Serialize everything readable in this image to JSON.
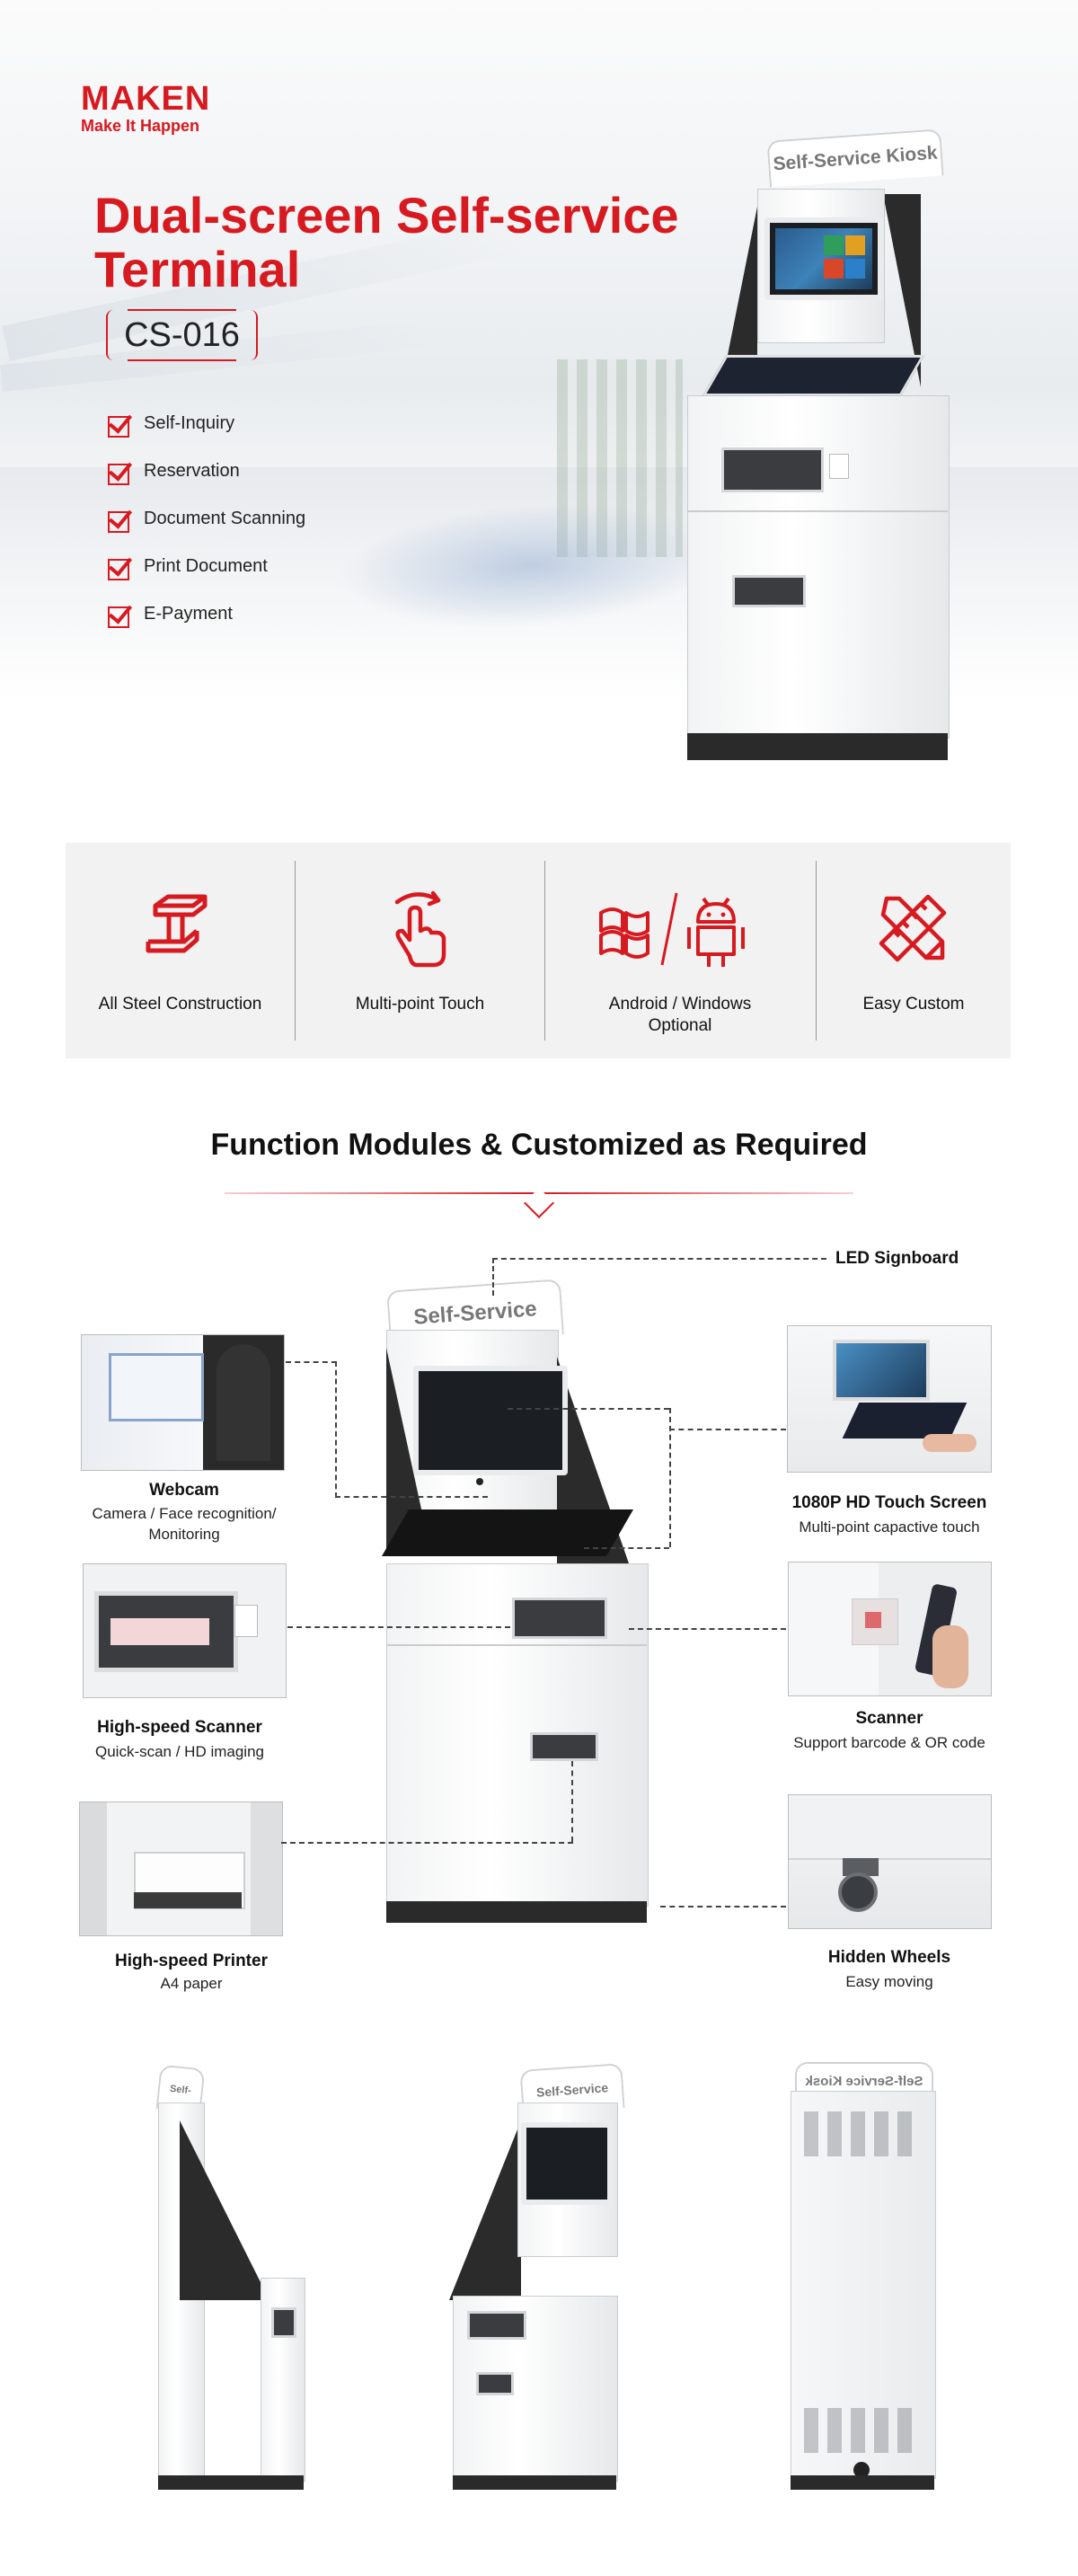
{
  "brand": {
    "name": "MAKEN",
    "slogan": "Make It Happen"
  },
  "hero": {
    "title_line1": "Dual-screen Self-service",
    "title_line2": "Terminal",
    "model": "CS-016",
    "features": [
      "Self-Inquiry",
      "Reservation",
      "Document Scanning",
      "Print Document",
      "E-Payment"
    ],
    "kiosk_sign": "Self-Service Kiosk"
  },
  "highlights": [
    {
      "label": "All Steel Construction",
      "icon": "steel-beam-icon"
    },
    {
      "label": "Multi-point Touch",
      "icon": "touch-hand-icon"
    },
    {
      "label_line1": "Android / Windows",
      "label_line2": "Optional",
      "icon": "windows-android-icon"
    },
    {
      "label": "Easy Custom",
      "icon": "pencil-ruler-icon"
    }
  ],
  "modules": {
    "heading": "Function Modules & Customized as Required",
    "kiosk_sign": "Self-Service Kiosk",
    "led": {
      "title": "LED Signboard"
    },
    "webcam": {
      "title": "Webcam",
      "sub1": "Camera / Face recognition/",
      "sub2": "Monitoring"
    },
    "touch": {
      "title": "1080P  HD Touch Screen",
      "sub": "Multi-point capactive touch"
    },
    "hs_scanner": {
      "title": "High-speed Scanner",
      "sub": "Quick-scan / HD imaging"
    },
    "scanner": {
      "title": "Scanner",
      "sub": "Support barcode & OR code"
    },
    "printer": {
      "title": "High-speed Printer",
      "sub": "A4  paper"
    },
    "wheels": {
      "title": "Hidden Wheels",
      "sub": "Easy moving"
    }
  },
  "views": {
    "sign_side": "Self-Service Kiosk",
    "sign_front": "Self-Service Kiosk",
    "sign_back": "Self-Service Kiosk"
  },
  "colors": {
    "accent": "#d71920",
    "strip_bg": "#f2f2f2",
    "text": "#111111"
  }
}
